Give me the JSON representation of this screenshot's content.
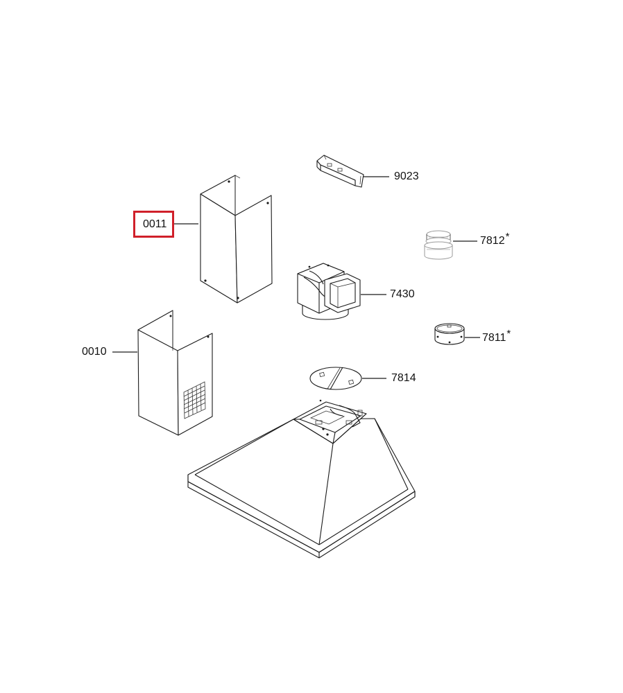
{
  "parts": [
    {
      "id": "0011",
      "label": "0011",
      "selected": true,
      "starred": false
    },
    {
      "id": "0010",
      "label": "0010",
      "selected": false,
      "starred": false
    },
    {
      "id": "9023",
      "label": "9023",
      "selected": false,
      "starred": false
    },
    {
      "id": "7812",
      "label": "7812",
      "selected": false,
      "starred": true
    },
    {
      "id": "7430",
      "label": "7430",
      "selected": false,
      "starred": false
    },
    {
      "id": "7811",
      "label": "7811",
      "selected": false,
      "starred": true
    },
    {
      "id": "7814",
      "label": "7814",
      "selected": false,
      "starred": false
    }
  ],
  "star_mark": "*",
  "colors": {
    "highlight": "#d0202a",
    "line": "#1a1a1a",
    "background": "#ffffff"
  }
}
